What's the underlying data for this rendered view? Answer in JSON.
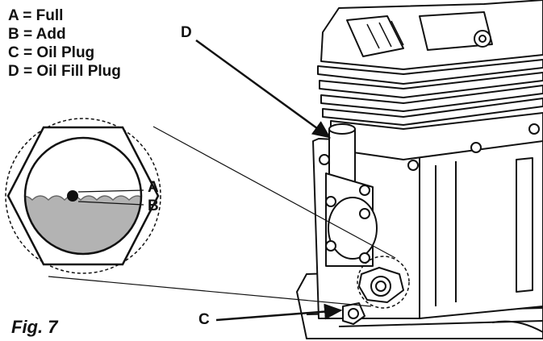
{
  "legend": [
    {
      "key": "A",
      "text": "A = Full"
    },
    {
      "key": "B",
      "text": "B = Add"
    },
    {
      "key": "C",
      "text": "C = Oil Plug"
    },
    {
      "key": "D",
      "text": "D = Oil Fill Plug"
    }
  ],
  "callouts": {
    "a": "A",
    "b": "B",
    "c": "C",
    "d": "D"
  },
  "figure_caption": "Fig. 7",
  "colors": {
    "line": "#111111",
    "oil": "#b3b3b3",
    "paper": "#ffffff"
  }
}
